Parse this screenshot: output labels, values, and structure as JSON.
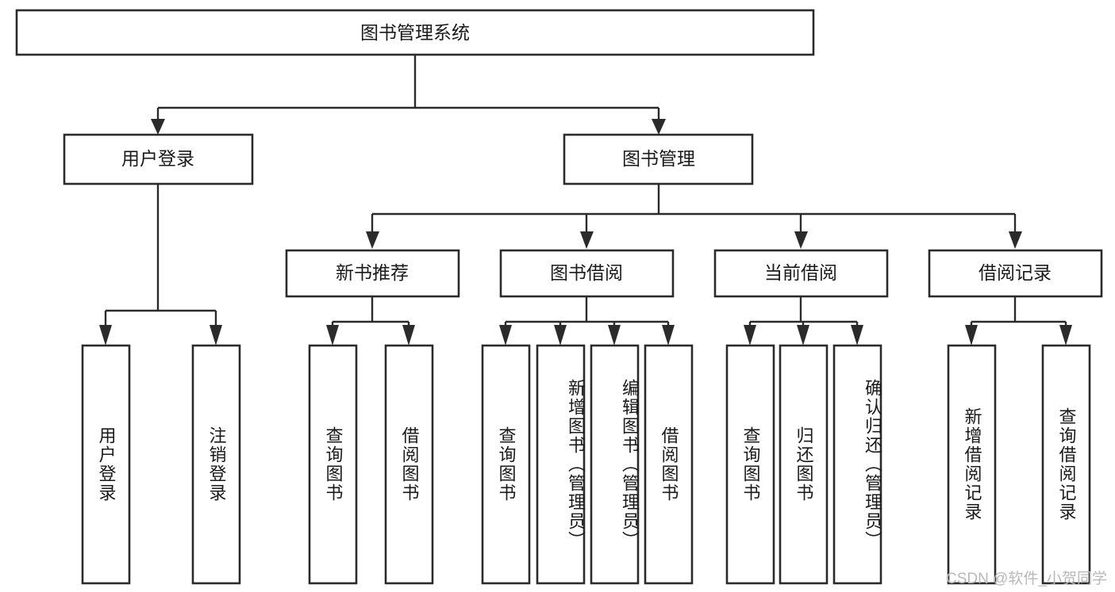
{
  "diagram": {
    "title": "图书管理系统",
    "type": "function-structure-tree",
    "orientation": "top-down",
    "root": {
      "id": "root",
      "label": "图书管理系统"
    },
    "level2": [
      {
        "id": "user-login",
        "label": "用户登录"
      },
      {
        "id": "book-management",
        "label": "图书管理"
      }
    ],
    "level3": [
      {
        "id": "new-book-recommend",
        "label": "新书推荐",
        "parent": "book-management"
      },
      {
        "id": "book-borrow",
        "label": "图书借阅",
        "parent": "book-management"
      },
      {
        "id": "current-borrow",
        "label": "当前借阅",
        "parent": "book-management"
      },
      {
        "id": "borrow-record",
        "label": "借阅记录",
        "parent": "book-management"
      }
    ],
    "leaves": {
      "user-login": [
        {
          "id": "leaf-user-login",
          "label": "用户登录"
        },
        {
          "id": "leaf-logout",
          "label": "注销登录"
        }
      ],
      "new-book-recommend": [
        {
          "id": "leaf-query-book-1",
          "label": "查询图书"
        },
        {
          "id": "leaf-borrow-book-1",
          "label": "借阅图书"
        }
      ],
      "book-borrow": [
        {
          "id": "leaf-query-book-2",
          "label": "查询图书"
        },
        {
          "id": "leaf-add-book",
          "label": "新增图书（管理员）"
        },
        {
          "id": "leaf-edit-book",
          "label": "编辑图书（管理员）"
        },
        {
          "id": "leaf-borrow-book-2",
          "label": "借阅图书"
        }
      ],
      "current-borrow": [
        {
          "id": "leaf-query-book-3",
          "label": "查询图书"
        },
        {
          "id": "leaf-return-book",
          "label": "归还图书"
        },
        {
          "id": "leaf-confirm-return",
          "label": "确认归还（管理员）"
        }
      ],
      "borrow-record": [
        {
          "id": "leaf-add-record",
          "label": "新增借阅记录"
        },
        {
          "id": "leaf-query-record",
          "label": "查询借阅记录"
        }
      ]
    }
  },
  "watermark": {
    "text": "CSDN @软件_小贺同学"
  },
  "colors": {
    "box_stroke": "#2b2b2b",
    "box_fill": "#ffffff",
    "connector": "#2b2b2b",
    "text": "#1a1a1a",
    "watermark": "#b8b8b8",
    "background": "#ffffff"
  }
}
